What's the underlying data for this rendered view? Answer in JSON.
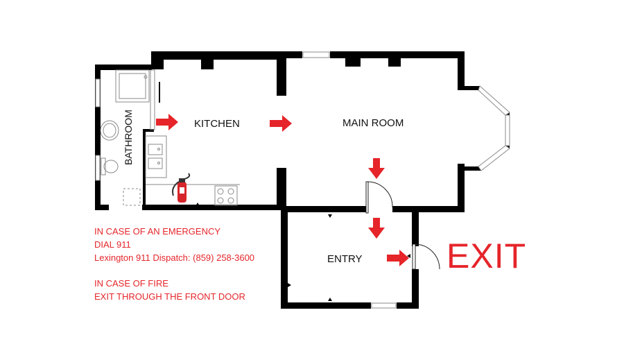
{
  "rooms": {
    "kitchen": "KITCHEN",
    "main_room": "MAIN ROOM",
    "bathroom": "BATHROOM",
    "entry": "ENTRY"
  },
  "exit_label": "EXIT",
  "notes": {
    "emergency_line1": "IN CASE OF AN EMERGENCY",
    "emergency_line2": "DIAL 911",
    "emergency_line3": "Lexington 911 Dispatch: (859) 258-3600",
    "fire_line1": "IN CASE OF FIRE",
    "fire_line2": "EXIT THROUGH THE FRONT DOOR"
  },
  "colors": {
    "wall": "#000000",
    "alert": "#e5252a",
    "fixture": "#9a9a9a"
  },
  "icons": [
    "evacuation-arrow-icon",
    "fire-extinguisher-icon",
    "door-swing-icon",
    "window-icon",
    "stove-icon",
    "sink-icon",
    "toilet-icon",
    "shower-icon",
    "bathtub-icon"
  ]
}
